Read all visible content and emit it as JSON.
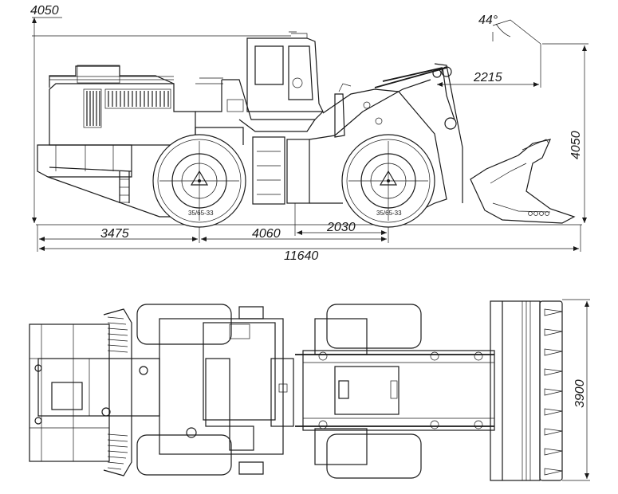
{
  "side_view": {
    "dimensions": {
      "overall_height_left": "4050",
      "dump_angle": "44°",
      "dump_reach": "2215",
      "bucket_height": "4050",
      "rear_overhang": "3475",
      "wheelbase": "4060",
      "axle_to_hinge": "2030",
      "overall_length": "11640"
    },
    "tyre_label_rear": "35/65-33",
    "tyre_label_front": "35/65-33"
  },
  "top_view": {
    "dimensions": {
      "bucket_width": "3900"
    }
  }
}
